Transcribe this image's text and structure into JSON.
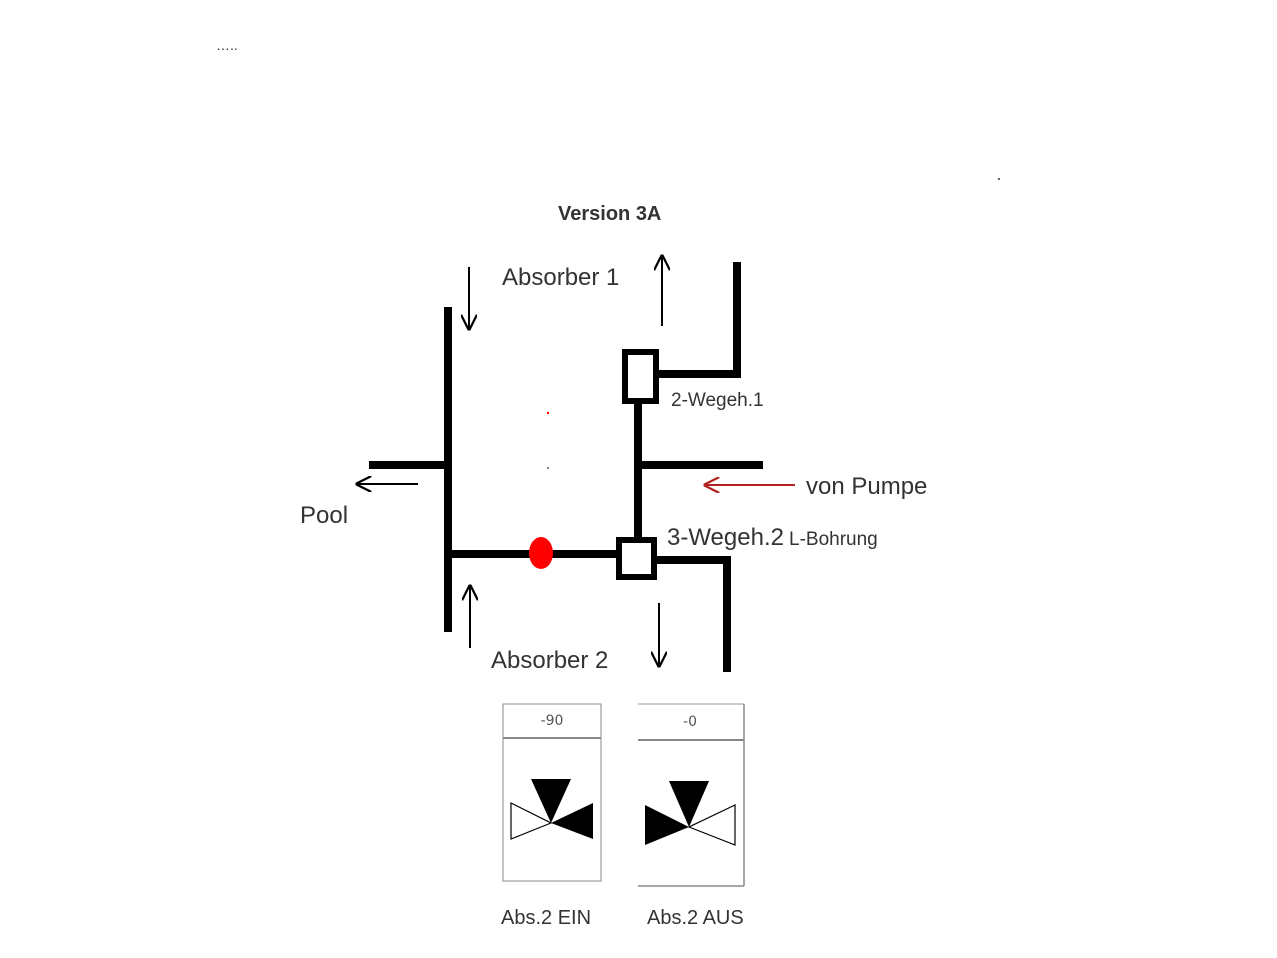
{
  "header": {
    "dots": "….."
  },
  "title": "Version 3A",
  "labels": {
    "absorber_1": "Absorber 1",
    "absorber_2": "Absorber 2",
    "pool": "Pool",
    "von_pumpe": "von Pumpe",
    "valve_2way": "2-Wegeh.1",
    "valve_3way": "3-Wegeh.2",
    "l_bohrung": "L-Bohrung"
  },
  "panels": [
    {
      "value": "-90",
      "caption": "Abs.2 EIN"
    },
    {
      "value": "-0",
      "caption": "Abs.2 AUS"
    }
  ],
  "colors": {
    "pipe": "#000000",
    "pump_arrow": "#b22222",
    "marker": "#ff0000"
  }
}
